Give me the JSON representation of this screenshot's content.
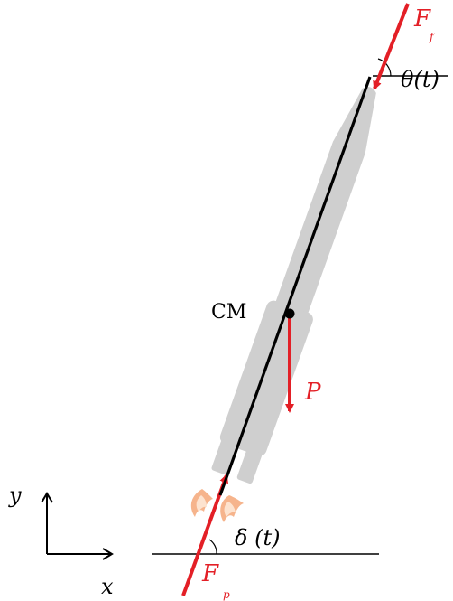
{
  "diagram": {
    "labels": {
      "friction_force": "F",
      "friction_force_sub": "f",
      "angle_theta": "θ(t)",
      "center_of_mass": "CM",
      "weight": "P",
      "thrust_force": "F",
      "thrust_force_sub": "p",
      "angle_delta": "δ (t)",
      "axis_x": "x",
      "axis_y": "y"
    },
    "colors": {
      "force": "#e31f26",
      "rocket_body": "#cfcfcf",
      "axis": "#000000",
      "flame_outer": "#f6b48c",
      "flame_inner": "#fde3cf"
    }
  }
}
